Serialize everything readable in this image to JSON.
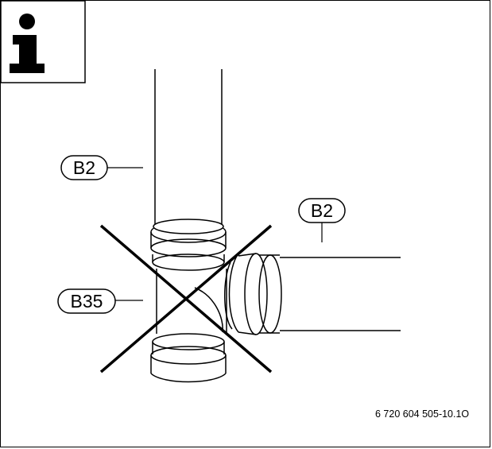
{
  "info_box": {
    "icon": "info-icon",
    "glyph": "i"
  },
  "labels": {
    "vertical_pipe": "B2",
    "horizontal_pipe": "B2",
    "tee_fitting": "B35"
  },
  "document_number": "6 720 604 505-10.1O",
  "colors": {
    "line": "#000000",
    "background": "#ffffff",
    "cross": "#000000"
  }
}
